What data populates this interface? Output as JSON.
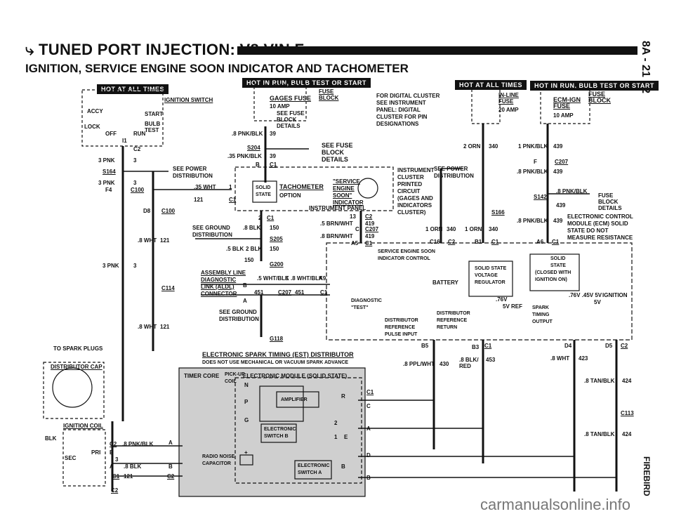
{
  "header": {
    "title": "TUNED PORT INJECTION: V8 VIN F",
    "subtitle": "IGNITION, SERVICE ENGINE SOON INDICATOR AND TACHOMETER",
    "page_code": "8A - 21 - 2",
    "model": "FIREBIRD"
  },
  "tags": {
    "hot_all_times_1": "HOT AT ALL TIMES",
    "hot_run_bulb_1": "HOT IN RUN, BULB TEST OR START",
    "hot_all_times_2": "HOT AT ALL TIMES",
    "hot_run_bulb_2": "HOT IN RUN, BULB TEST OR START"
  },
  "switch": {
    "title": "IGNITION SWITCH",
    "accy": "ACCY",
    "lock": "LOCK",
    "off": "OFF",
    "run": "RUN",
    "start": "START",
    "bulb_test": "BULB TEST",
    "i1": "I1",
    "c2": "C2"
  },
  "fuses": {
    "gages_fuse": "GAGES FUSE",
    "gages_amp": "10 AMP",
    "see_fuse": "SEE FUSE BLOCK DETAILS",
    "fuse_block": "FUSE BLOCK",
    "inline_fuse": "IN-LINE FUSE",
    "inline_amp": "20 AMP",
    "ecm_ign": "ECM-IGN FUSE",
    "ecm_amp": "10 AMP",
    "fuse_block2": "FUSE BLOCK",
    "fuse_block_details": "FUSE BLOCK DETAILS"
  },
  "notes": {
    "digital_cluster": "FOR DIGITAL CLUSTER SEE INSTRUMENT PANEL: DIGITAL CLUSTER FOR PIN DESIGNATIONS",
    "see_power_dist": "SEE POWER DISTRIBUTION",
    "see_fuse_block": "SEE FUSE BLOCK DETAILS",
    "see_ground_dist": "SEE GROUND DISTRIBUTION",
    "see_ground": "SEE GROUND DISTRIBUTION",
    "see_power": "SEE POWER DISTRIBUTION",
    "instrument_cluster": "INSTRUMENT CLUSTER PRINTED CIRCUIT (GAGES AND INDICATORS CLUSTER)",
    "instrument_panel": "INSTRUMENT PANEL",
    "ecm_details": "ELECTRONIC CONTROL MODULE (ECM) SOLID STATE DO NOT MEASURE RESISTANCE",
    "to_spark_plugs": "TO SPARK PLUGS",
    "dist_cap": "DISTRIBUTOR CAP",
    "ign_coil": "IGNITION COIL",
    "est_title": "ELECTRONIC SPARK TIMING (EST) DISTRIBUTOR",
    "est_sub": "DOES NOT USE MECHANICAL OR VACUUM SPARK ADVANCE",
    "aldl": "ASSEMBLY LINE DIAGNOSTIC LINK (ALDL) CONNECTOR",
    "watermark": "carmanualsonline.info"
  },
  "tach": {
    "title": "TACHOMETER",
    "option": "OPTION",
    "solid_state": "SOLID STATE",
    "ses": "\"SERVICE ENGINE SOON\" INDICATOR"
  },
  "ecm": {
    "ses_control": "SERVICE ENGINE SOON INDICATOR CONTROL",
    "battery": "BATTERY",
    "regulator": "SOLID STATE VOLTAGE REGULATOR",
    "solid_state": "SOLID STATE",
    "closed": "(CLOSED WITH IGNITION ON)",
    "diag": "DIAGNOSTIC \"TEST\"",
    "dist_ref": "DISTRIBUTOR REFERENCE RETURN",
    "dist_ref_pulse": "DISTRIBUTOR REFERENCE PULSE INPUT",
    "spark_timing": "SPARK TIMING OUTPUT",
    "v5ref": "5V REF",
    "v76": ".76V",
    "v5": "5V",
    "ignition": "IGNITION",
    "v76b": ".76V .45V 5V"
  },
  "dist": {
    "timer_core": "TIMER CORE",
    "pickup": "PICK-UP COIL",
    "ecm_solid": "ELECTRONIC MODULE (SOLID STATE)",
    "amplifier": "AMPLIFIER",
    "switch_b": "ELECTRONIC SWITCH B",
    "switch_a": "ELECTRONIC SWITCH A",
    "radio_noise": "RADIO NOISE CAPACITOR"
  },
  "wires": [
    "3 PNK",
    "3",
    "S164",
    "3 PNK",
    "3",
    "F4",
    "C100",
    "D8",
    "C100",
    ".8 WHT",
    "121",
    "3 PNK",
    "3",
    "C114",
    ".8 WHT",
    "121",
    ".35 WHT",
    "1",
    "121",
    "C1",
    ".8 PNK/BLK",
    "39",
    "S204",
    ".35 PNK/BLK",
    "39",
    "B",
    "C1",
    "2",
    "C1",
    ".8 BLK",
    "150",
    "S205",
    ".5 BLK",
    "2 BLK",
    "150",
    "150",
    "G200",
    ".5 WHT/BLK",
    "E",
    ".8 WHT/BLK",
    "A9",
    "B",
    "451",
    "C207",
    "451",
    "C1",
    "A",
    "G118",
    "13",
    "C2",
    ".5 BRN/WHT",
    "419",
    "C",
    "C207",
    ".8 BRN/WHT",
    "419",
    "A5",
    "C1",
    "2 ORN",
    "340",
    "1 PNK/BLK",
    "439",
    "F",
    "C207",
    ".8 PNK/BLK",
    "439",
    "S142",
    ".8 PNK/BLK",
    "439",
    "S166",
    ".8 PNK/BLK",
    "439",
    "1 ORN",
    "340",
    "1 ORN",
    "340",
    "C16",
    "C2",
    "B1",
    "C1",
    "A6",
    "C1",
    "B5",
    "B3",
    "C1",
    "D4",
    "D5",
    "C2",
    ".8 PPL/WHT",
    "430",
    ".8 BLK/ RED",
    "453",
    ".8 WHT",
    "423",
    ".8 TAN/BLK",
    "424",
    "C113",
    ".8 TAN/BLK",
    "424",
    "BLK",
    "SEC",
    "PRI",
    "C2",
    ".8 PNK/BLK",
    "B",
    "3",
    "A",
    ".8 BLK",
    "C1",
    "121",
    "C2",
    "A",
    "B",
    "C2",
    "C1",
    "C",
    "A",
    "D",
    "B",
    "N",
    "P",
    "R",
    "G",
    "2",
    "1",
    "E",
    "B",
    "+"
  ]
}
